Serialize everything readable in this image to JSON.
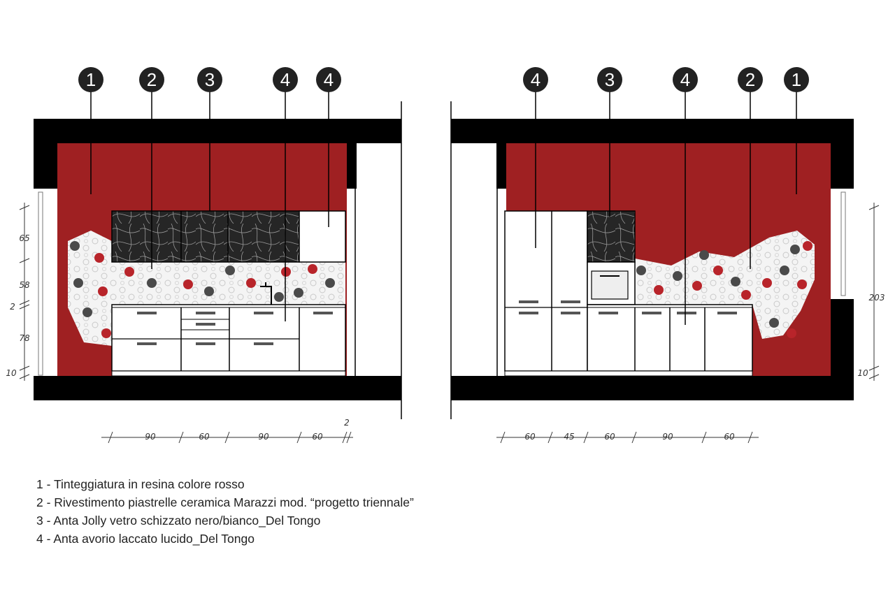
{
  "colors": {
    "wall_red": "#9f2022",
    "structure": "#000000",
    "cabinet": "#ffffff",
    "glass_dark": "#262626",
    "tile_white": "#f4f4f4",
    "tile_red": "#b8242a",
    "tile_grey": "#4a4a4a"
  },
  "left_elevation": {
    "callouts": [
      "1",
      "2",
      "3",
      "4",
      "4"
    ],
    "dimensions_horizontal": [
      "90",
      "60",
      "90",
      "60",
      "2"
    ],
    "dimensions_vertical": [
      "65",
      "58",
      "2",
      "78",
      "10"
    ]
  },
  "right_elevation": {
    "callouts": [
      "4",
      "3",
      "4",
      "2",
      "1"
    ],
    "dimensions_horizontal": [
      "60",
      "45",
      "60",
      "90",
      "60"
    ],
    "dimensions_vertical": [
      "203",
      "10"
    ]
  },
  "legend": [
    "1 - Tinteggiatura in resina colore rosso",
    "2 - Rivestimento piastrelle ceramica Marazzi mod. “progetto triennale”",
    "3 - Anta Jolly vetro schizzato nero/bianco_Del Tongo",
    "4 - Anta avorio laccato lucido_Del Tongo"
  ]
}
